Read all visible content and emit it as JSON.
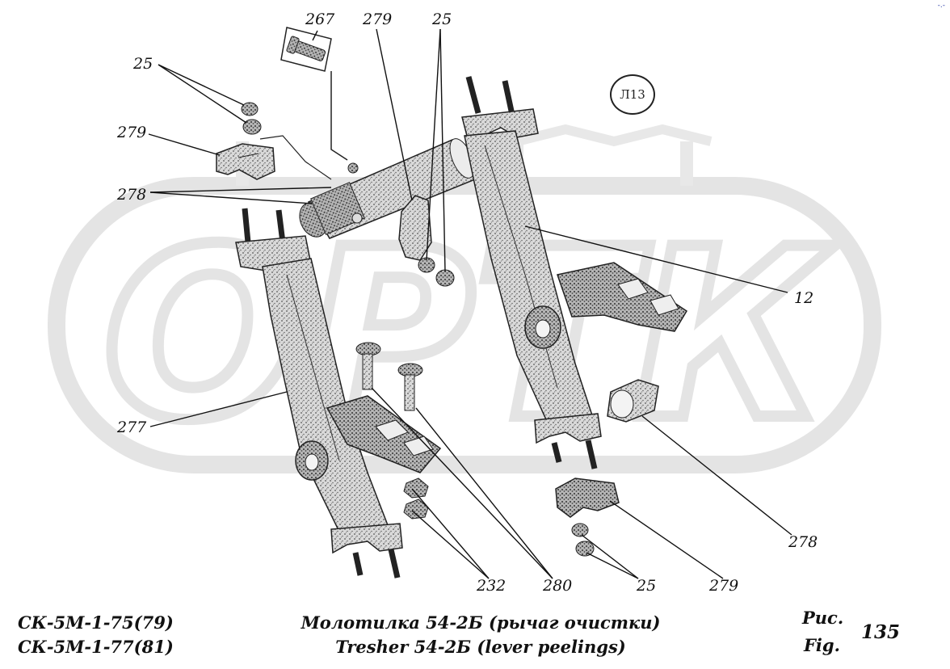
{
  "watermark": {
    "text": "ОРТК"
  },
  "corner_mark": "-.-",
  "circle_tag": "Л13",
  "callouts": {
    "c267": "267",
    "c279_top": "279",
    "c25_top": "25",
    "c25_left": "25",
    "c279_left": "279",
    "c278_left": "278",
    "c12": "12",
    "c277": "277",
    "c278_right": "278",
    "c232": "232",
    "c280": "280",
    "c25_bottom": "25",
    "c279_bottom": "279"
  },
  "caption": {
    "model_line1": "СК-5М-1-75(79)",
    "model_line2": "СК-5М-1-77(81)",
    "title_ru": "Молотилка 54-2Б (рычаг очистки)",
    "title_en": "Tresher 54-2Б (lever peelings)",
    "fig_ru": "Рис.",
    "fig_en": "Fig.",
    "fig_number": "135"
  }
}
